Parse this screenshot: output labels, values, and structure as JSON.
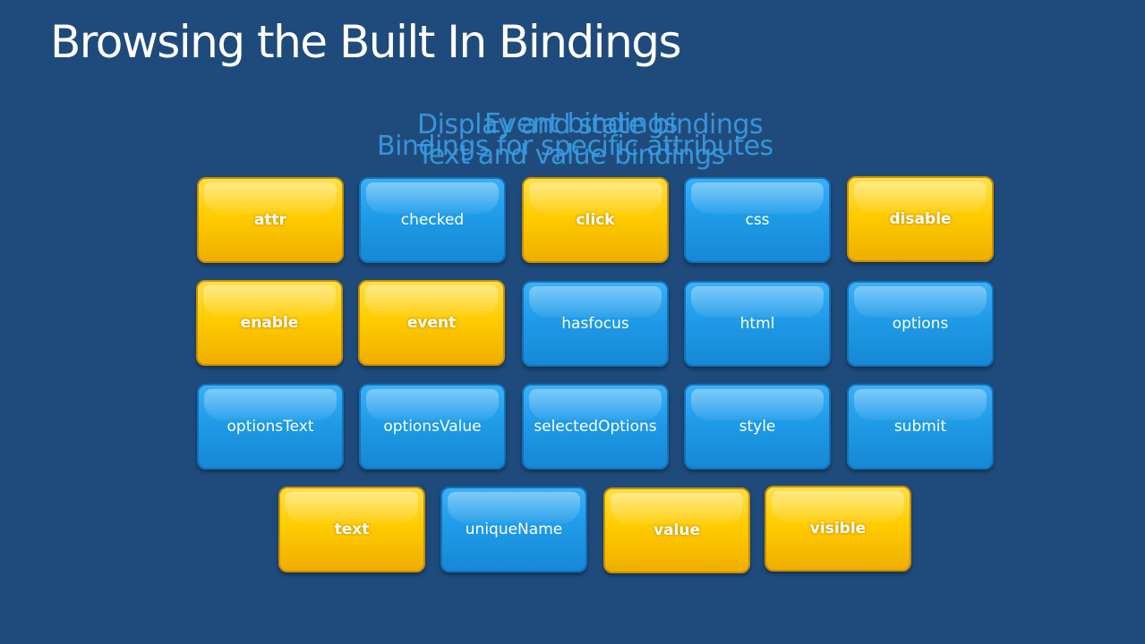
{
  "title": "Browsing the Built In Bindings",
  "overlays": [
    "Display and state bindings",
    "Event bindings",
    "Bindings for specific attributes",
    "Text and value bindings"
  ],
  "tiles": [
    {
      "label": "attr",
      "color": "gold"
    },
    {
      "label": "checked",
      "color": "blue"
    },
    {
      "label": "click",
      "color": "gold"
    },
    {
      "label": "css",
      "color": "blue"
    },
    {
      "label": "disable",
      "color": "gold"
    },
    {
      "label": "enable",
      "color": "gold"
    },
    {
      "label": "event",
      "color": "gold"
    },
    {
      "label": "hasfocus",
      "color": "blue"
    },
    {
      "label": "html",
      "color": "blue"
    },
    {
      "label": "options",
      "color": "blue"
    },
    {
      "label": "optionsText",
      "color": "blue"
    },
    {
      "label": "optionsValue",
      "color": "blue"
    },
    {
      "label": "selectedOptions",
      "color": "blue"
    },
    {
      "label": "style",
      "color": "blue"
    },
    {
      "label": "submit",
      "color": "blue"
    },
    {
      "label": "text",
      "color": "gold"
    },
    {
      "label": "uniqueName",
      "color": "blue"
    },
    {
      "label": "value",
      "color": "gold"
    },
    {
      "label": "visible",
      "color": "gold"
    }
  ],
  "colors": {
    "background": "#1f4b7c",
    "blue_tile": "#1f9be8",
    "gold_tile": "#ffcc00",
    "overlay_text": "#3a9be0"
  }
}
